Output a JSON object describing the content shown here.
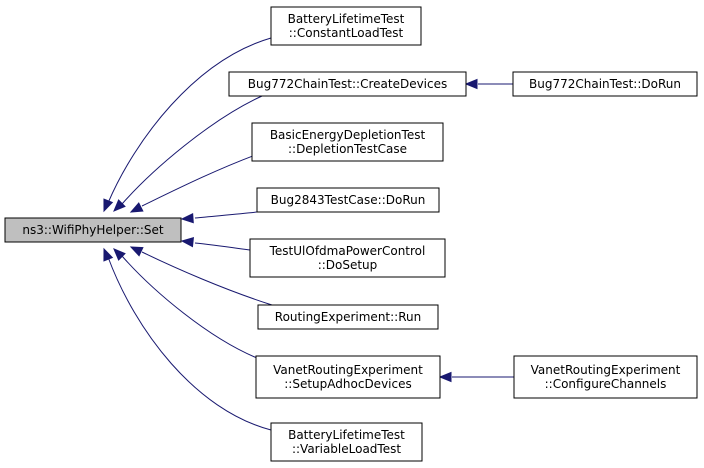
{
  "diagram": {
    "root": {
      "label": "ns3::WifiPhyHelper::Set"
    },
    "nodes": [
      {
        "id": "n1",
        "lines": [
          "BatteryLifetimeTest",
          "::ConstantLoadTest"
        ]
      },
      {
        "id": "n2",
        "lines": [
          "Bug772ChainTest::CreateDevices"
        ]
      },
      {
        "id": "n3",
        "lines": [
          "Bug772ChainTest::DoRun"
        ]
      },
      {
        "id": "n4",
        "lines": [
          "BasicEnergyDepletionTest",
          "::DepletionTestCase"
        ]
      },
      {
        "id": "n5",
        "lines": [
          "Bug2843TestCase::DoRun"
        ]
      },
      {
        "id": "n6",
        "lines": [
          "TestUlOfdmaPowerControl",
          "::DoSetup"
        ]
      },
      {
        "id": "n7",
        "lines": [
          "RoutingExperiment::Run"
        ]
      },
      {
        "id": "n8",
        "lines": [
          "VanetRoutingExperiment",
          "::SetupAdhocDevices"
        ]
      },
      {
        "id": "n9",
        "lines": [
          "VanetRoutingExperiment",
          "::ConfigureChannels"
        ]
      },
      {
        "id": "n10",
        "lines": [
          "BatteryLifetimeTest",
          "::VariableLoadTest"
        ]
      }
    ],
    "edges": [
      {
        "from": "n1",
        "to": "root"
      },
      {
        "from": "n2",
        "to": "root"
      },
      {
        "from": "n3",
        "to": "n2"
      },
      {
        "from": "n4",
        "to": "root"
      },
      {
        "from": "n5",
        "to": "root"
      },
      {
        "from": "n6",
        "to": "root"
      },
      {
        "from": "n7",
        "to": "root"
      },
      {
        "from": "n8",
        "to": "root"
      },
      {
        "from": "n9",
        "to": "n8"
      },
      {
        "from": "n10",
        "to": "root"
      }
    ],
    "colors": {
      "edge": "#191970",
      "root_fill": "#bfbfbf",
      "node_fill": "#ffffff",
      "border": "#000000"
    }
  }
}
